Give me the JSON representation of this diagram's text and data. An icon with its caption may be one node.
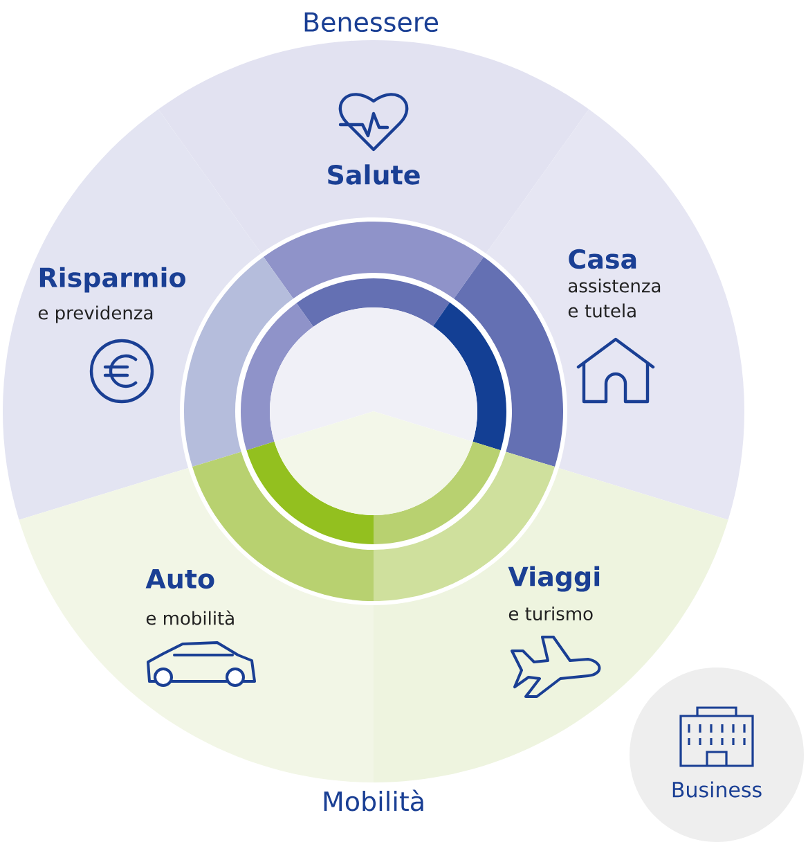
{
  "diagram": {
    "nodes": [
      {
        "text": [
          "Salute"
        ]
      },
      {
        "text": [
          "Risparmio",
          "e previdenza"
        ]
      },
      {
        "text": [
          "Casa",
          "assistenza e tutela"
        ]
      },
      {
        "text": [
          "Auto",
          "e mobilità"
        ]
      },
      {
        "text": [
          "Viaggi",
          "e turismo"
        ]
      },
      {
        "text": [
          "Business"
        ]
      }
    ],
    "labels": [
      "Benessere",
      "Mobilità"
    ]
  }
}
